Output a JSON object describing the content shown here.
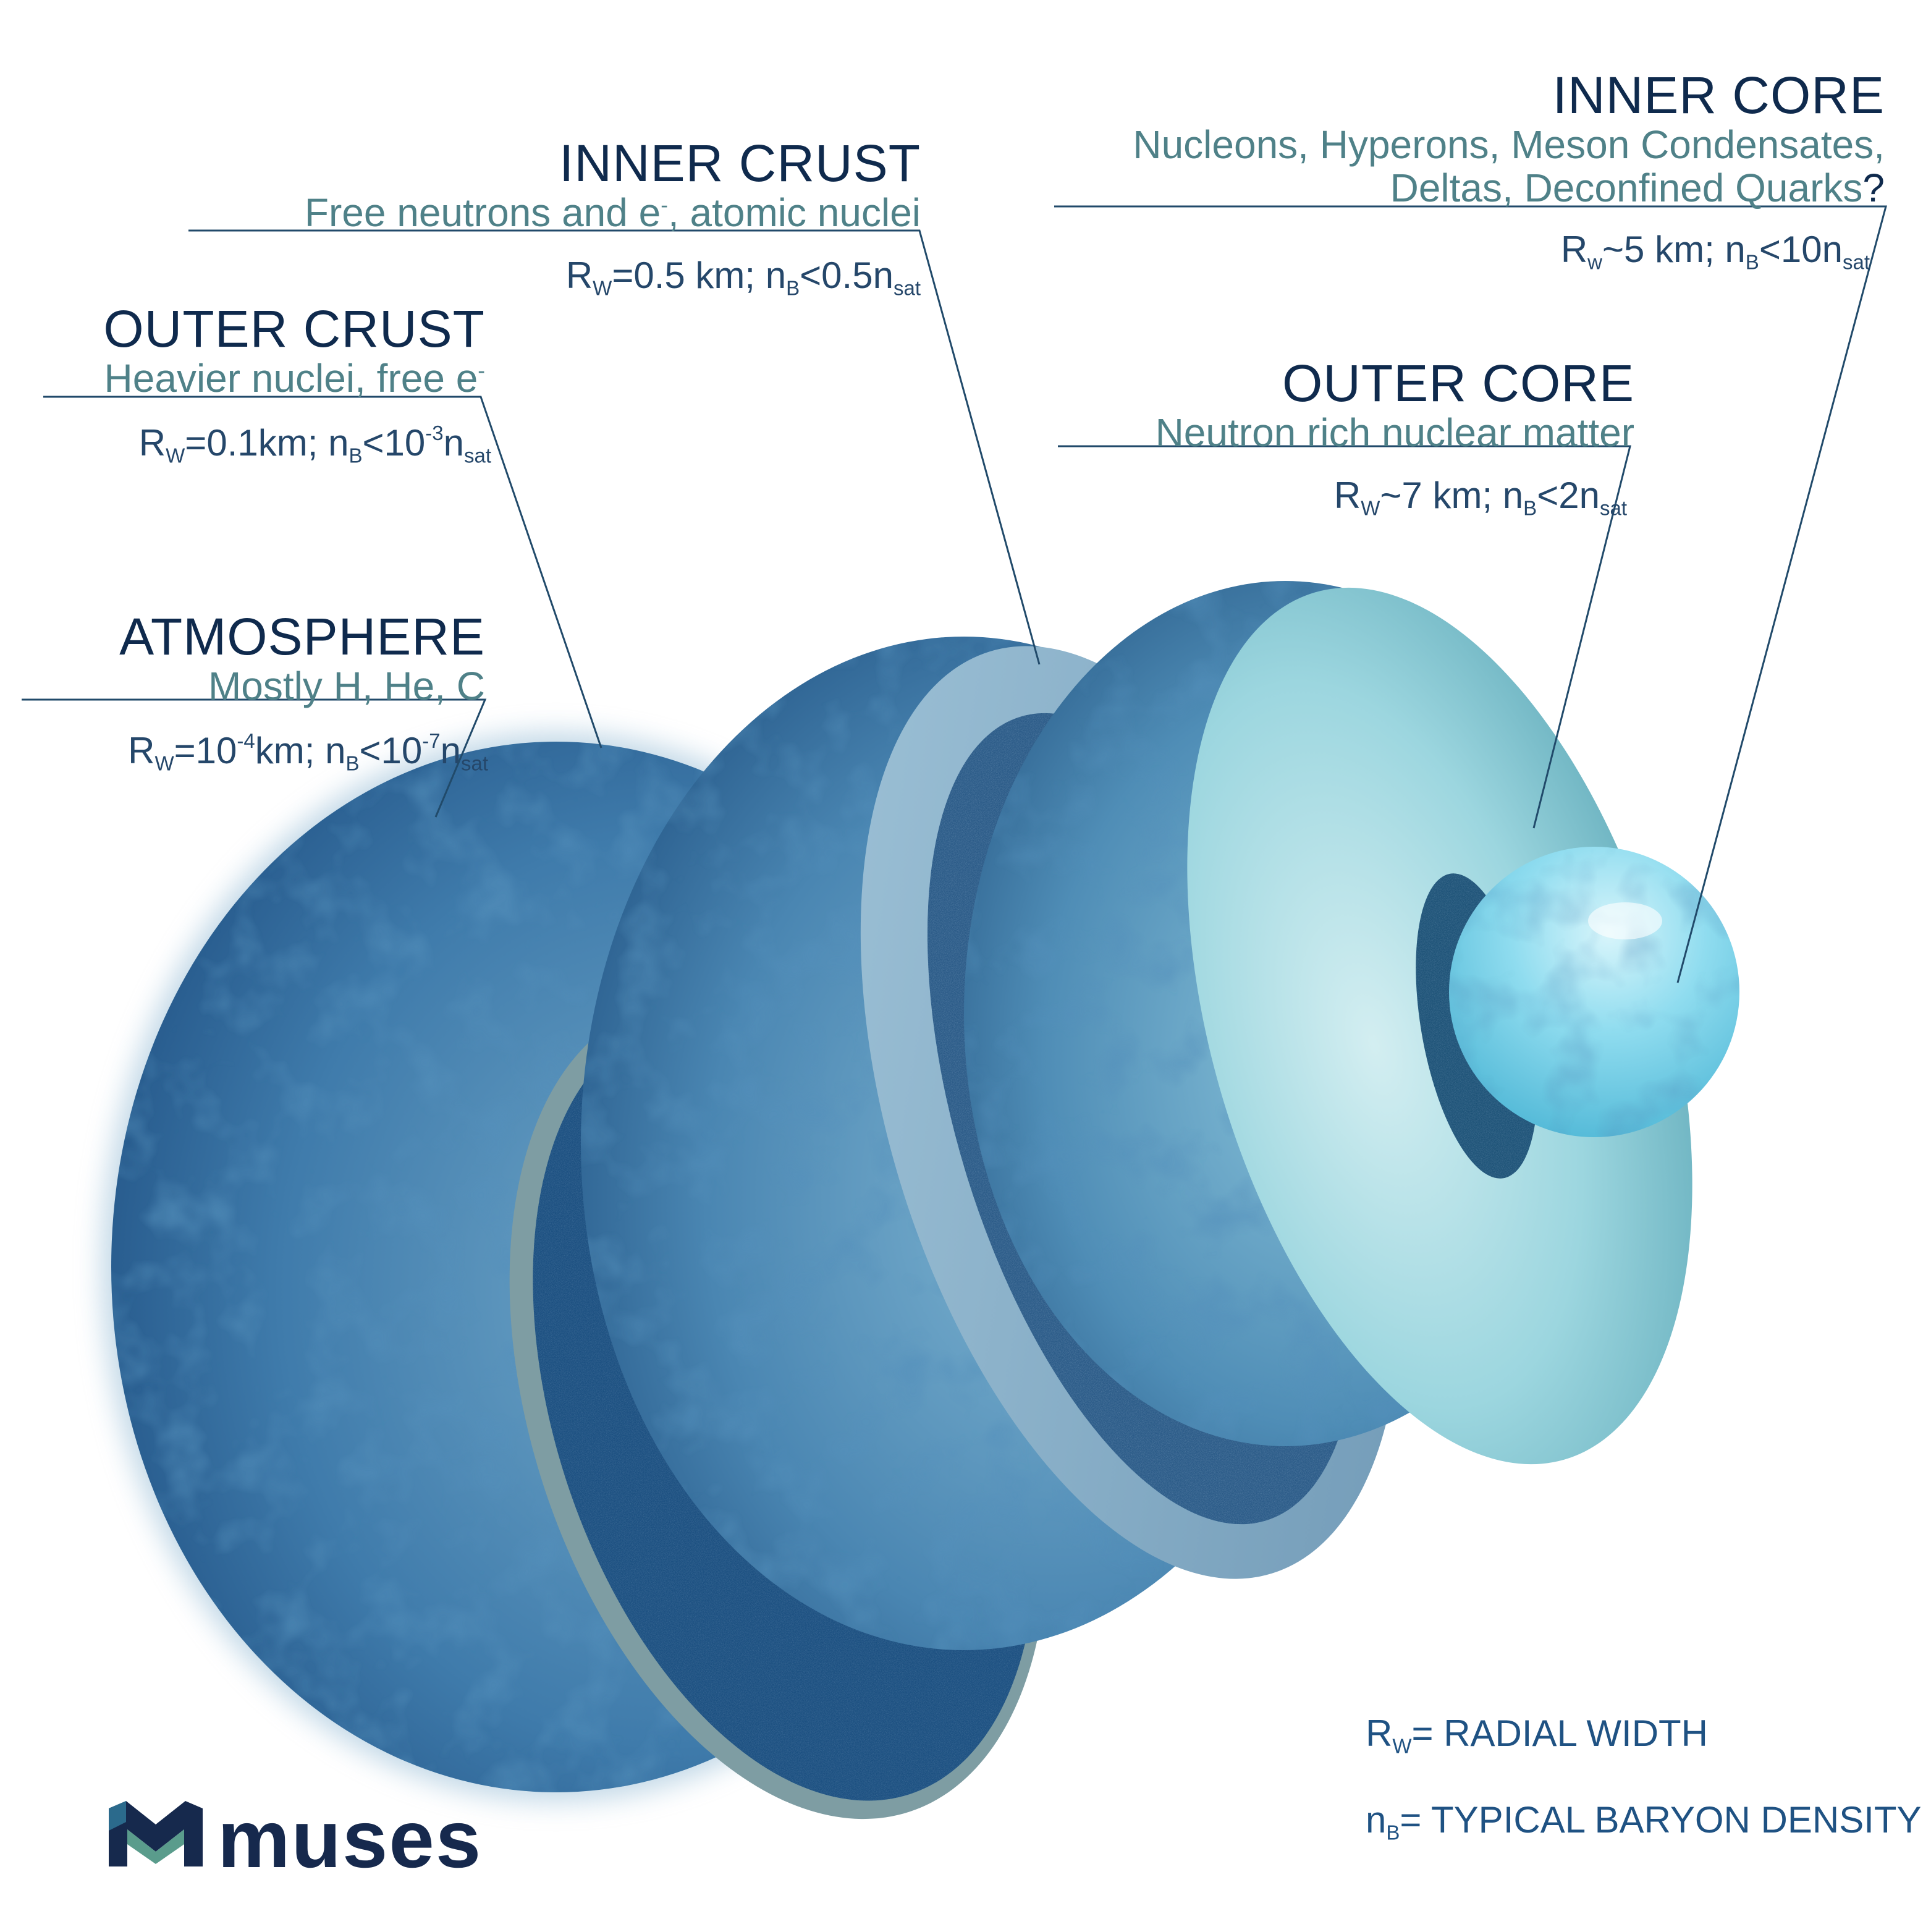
{
  "layers": {
    "inner_core": {
      "title": "INNER CORE",
      "composition_line1": "Nucleons, Hyperons, Meson Condensates,",
      "composition_line2": "Deltas, Deconfined Quarks",
      "question_mark": "?",
      "rw_symbol": "R",
      "rw_sub": "w",
      "rw_value": "~5 km; ",
      "nb_symbol": "n",
      "nb_sub": "B",
      "nb_value": "<10n",
      "nb_value_sub": "sat"
    },
    "inner_crust": {
      "title": "INNER CRUST",
      "composition_pre": "Free neutrons and e",
      "composition_sup": "-",
      "composition_post": ", atomic nuclei",
      "rw_symbol": "R",
      "rw_sub": "W",
      "rw_value": "=0.5 km; ",
      "nb_symbol": "n",
      "nb_sub": "B",
      "nb_value": "<0.5n",
      "nb_value_sub": "sat"
    },
    "outer_crust": {
      "title": "OUTER CRUST",
      "composition_pre": "Heavier nuclei, free e",
      "composition_sup": "-",
      "rw_symbol": "R",
      "rw_sub": "W",
      "rw_value": "=0.1km; ",
      "nb_symbol": "n",
      "nb_sub": "B",
      "nb_value": "<10",
      "nb_value_sup": "-3",
      "nb_value_post": "n",
      "nb_value_sub": "sat"
    },
    "outer_core": {
      "title": "OUTER CORE",
      "composition": "Neutron rich nuclear matter",
      "rw_symbol": "R",
      "rw_sub": "W",
      "rw_value": "~7 km; ",
      "nb_symbol": "n",
      "nb_sub": "B",
      "nb_value": "<2n",
      "nb_value_sub": "sat"
    },
    "atmosphere": {
      "title": "ATMOSPHERE",
      "composition": "Mostly H, He, C",
      "rw_symbol": "R",
      "rw_sub": "W",
      "rw_value": "=10",
      "rw_value_sup": "-4",
      "rw_value_post": "km; ",
      "nb_symbol": "n",
      "nb_sub": "B",
      "nb_value": "<10",
      "nb_value_sup": "-7",
      "nb_value_post": "n",
      "nb_value_sub": "sat"
    }
  },
  "legend": {
    "rw_symbol": "R",
    "rw_sub": "W",
    "rw_text": "= RADIAL WIDTH",
    "nb_symbol": "n",
    "nb_sub": "B",
    "nb_text": "= TYPICAL BARYON DENSITY"
  },
  "logo": {
    "wordmark": "muses"
  },
  "colors": {
    "title": "#0f2a4d",
    "composition": "#4f8188",
    "parameters": "#25476a",
    "legend": "#1f5283",
    "shell_dark": "#1d4d80",
    "shell_light": "#6fa6c8",
    "outer_core_face": "#8ccfd8",
    "inner_core": "#7fd3ea"
  }
}
